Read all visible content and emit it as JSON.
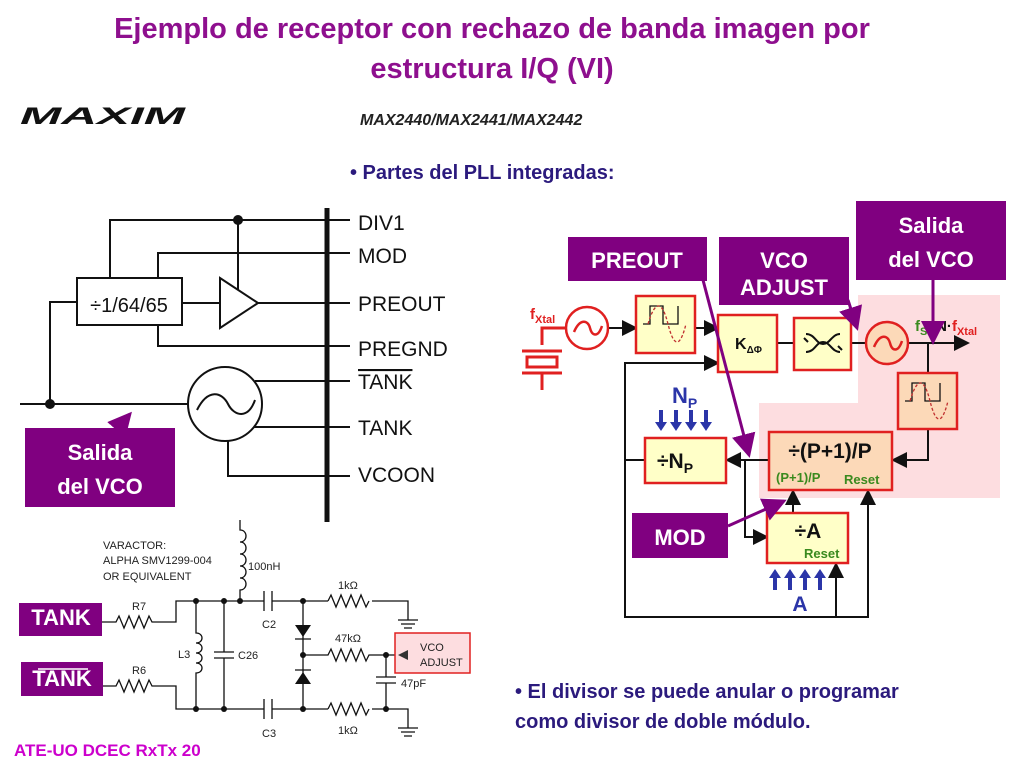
{
  "slide": {
    "title_line1": "Ejemplo de receptor con rechazo de banda imagen por",
    "title_line2": "estructura I/Q (VI)",
    "logo": "MAXIM",
    "part_numbers": "MAX2440/MAX2441/MAX2442",
    "bullet1": "• Partes del PLL integradas:",
    "bullet2_line1": "• El divisor se puede anular o programar",
    "bullet2_line2": "como divisor de doble módulo.",
    "footer": "ATE-UO DCEC RxTx 20"
  },
  "block_diagram": {
    "divider": "÷1/64/65",
    "pins": [
      "DIV1",
      "MOD",
      "PREOUT",
      "PREGND",
      "TANK",
      "TANK",
      "VCOON"
    ],
    "label_vco_out": [
      "Salida",
      "del VCO"
    ]
  },
  "pll": {
    "preout": "PREOUT",
    "vco_adjust": [
      "VCO",
      "ADJUST"
    ],
    "vco_out": [
      "Salida",
      "del VCO"
    ],
    "fxtal": "f",
    "fxtal_sub": "Xtal",
    "kphi": "K",
    "kphi_sub": "ΔΦ",
    "fs_f": "f",
    "fs_sub": "S",
    "fs_eq": "=N·",
    "fs_f2": "f",
    "fs_sub2": "Xtal",
    "np_label": "N",
    "np_sub": "P",
    "np_box": "÷N",
    "np_box_sub": "P",
    "prescaler": "÷(P+1)/P",
    "prescaler_mod": "(P+1)/P",
    "prescaler_reset": "Reset",
    "a_box": "÷A",
    "a_reset": "Reset",
    "a_label": "A",
    "mod": "MOD"
  },
  "tank_circuit": {
    "varactor": [
      "VARACTOR:",
      "ALPHA SMV1299-004",
      "OR EQUIVALENT"
    ],
    "tank": "TANK",
    "tank_bar": "TANK",
    "inductor": "100nH",
    "r7": "R7",
    "r6": "R6",
    "l3": "L3",
    "c26": "C26",
    "c2": "C2",
    "c3": "C3",
    "r_top": "1kΩ",
    "r_mid": "47kΩ",
    "r_bot": "1kΩ",
    "cap": "47pF",
    "vco_adjust": [
      "VCO",
      "ADJUST"
    ]
  }
}
